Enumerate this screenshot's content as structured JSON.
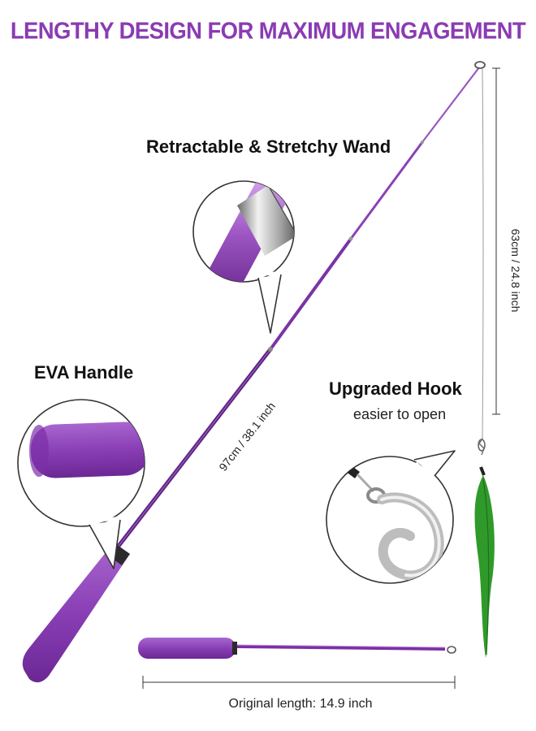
{
  "title": "LENGTHY DESIGN FOR MAXIMUM ENGAGEMENT",
  "callouts": {
    "wand": "Retractable & Stretchy Wand",
    "handle": "EVA Handle",
    "hook": "Upgraded Hook",
    "hook_sub": "easier to open"
  },
  "dimensions": {
    "total": "97cm / 38.1 inch",
    "string": "63cm / 24.8 inch",
    "original": "Original length: 14.9 inch"
  },
  "colors": {
    "brand": "#8a3bb2",
    "handle": "#7d2fa8",
    "rod": "#8a42b5",
    "feather": "#2f9a2a"
  }
}
